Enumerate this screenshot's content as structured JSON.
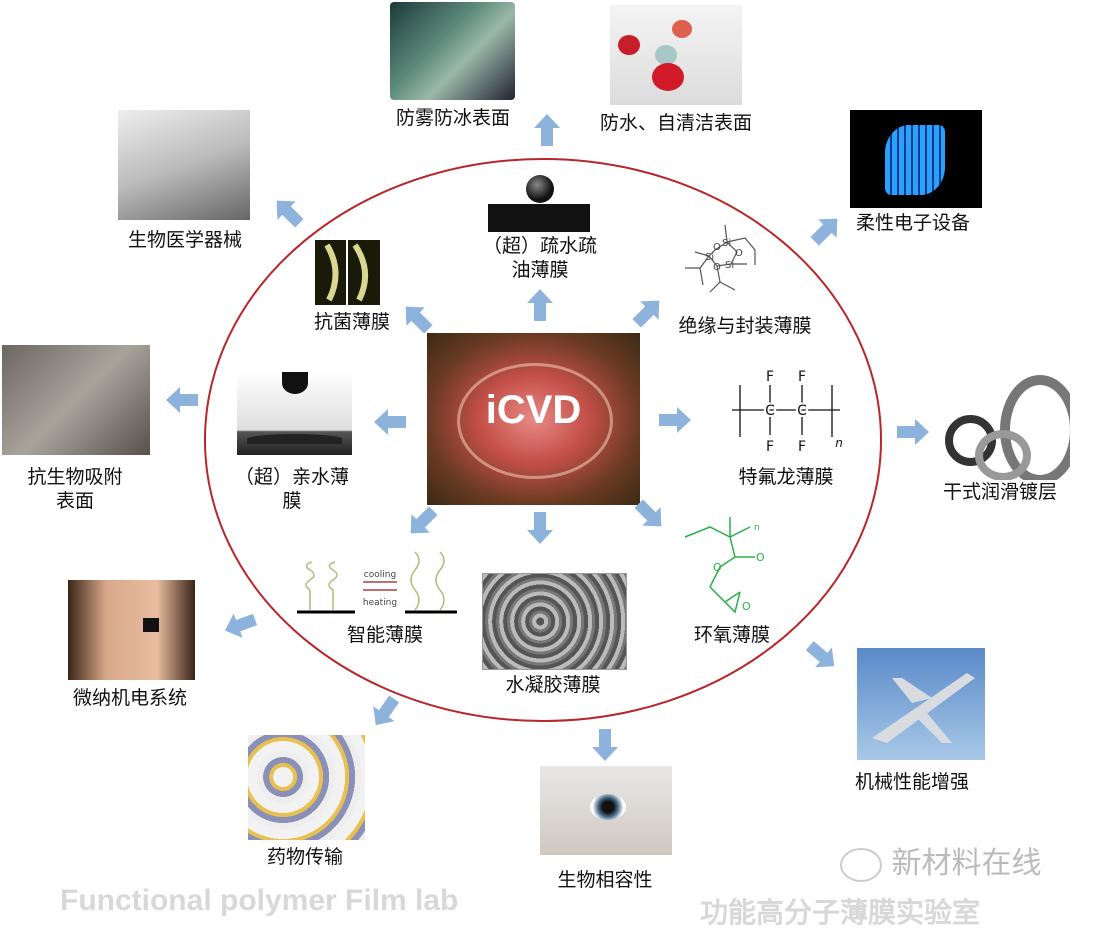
{
  "center": {
    "label": "iCVD"
  },
  "outer": {
    "antifog": "防雾防冰表面",
    "waterproof": "防水、自清洁表面",
    "flexible": "柔性电子设备",
    "biomedical": "生物医学器械",
    "antifouling_1": "抗生物吸附",
    "antifouling_2": "表面",
    "lubrication": "干式润滑镀层",
    "mems": "微纳机电系统",
    "drug": "药物传输",
    "biocompat": "生物相容性",
    "mechanical": "机械性能增强"
  },
  "inner": {
    "hydrophobic_1": "（超）疏水疏",
    "hydrophobic_2": "油薄膜",
    "antibacterial": "抗菌薄膜",
    "insulation": "绝缘与封装薄膜",
    "hydrophilic_1": "（超）亲水薄",
    "hydrophilic_2": "膜",
    "teflon": "特氟龙薄膜",
    "smart": "智能薄膜",
    "hydrogel": "水凝胶薄膜",
    "epoxy": "环氧薄膜"
  },
  "smart_diagram": {
    "cooling": "cooling",
    "heating": "heating"
  },
  "chem": {
    "F": "F",
    "C": "C",
    "n": "n",
    "Si": "Si",
    "O": "O"
  },
  "watermarks": {
    "left": "Functional polymer Film lab",
    "right": "功能高分子薄膜实验室",
    "wechat": "新材料在线"
  },
  "colors": {
    "ellipse": "#b8262a",
    "arrow": "#8db3dd"
  }
}
